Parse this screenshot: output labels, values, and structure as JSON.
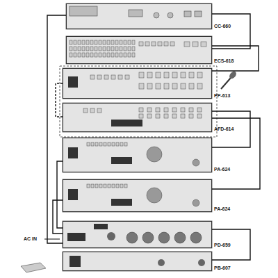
{
  "diagram": {
    "nodes": [
      {
        "text": [
          "CC-660"
        ]
      },
      {
        "text": [
          "ECS-618"
        ]
      },
      {
        "text": [
          "PP-613"
        ]
      },
      {
        "text": [
          "AFD-614"
        ]
      },
      {
        "text": [
          "PA-624"
        ]
      },
      {
        "text": [
          "PA-624"
        ]
      },
      {
        "text": [
          "PD-659"
        ]
      },
      {
        "text": [
          "PB-607"
        ]
      }
    ],
    "edges": [
      {
        "from": 0,
        "to": 1,
        "arrow": "none"
      },
      {
        "from": 1,
        "to": 2,
        "arrow": "none"
      },
      {
        "from": 2,
        "to": 3,
        "arrow": "none"
      },
      {
        "from": 3,
        "to": 4,
        "arrow": "none"
      },
      {
        "from": 3,
        "to": 5,
        "arrow": "none"
      },
      {
        "from": 4,
        "to": 6,
        "arrow": "none"
      },
      {
        "from": 5,
        "to": 6,
        "arrow": "none"
      },
      {
        "from": 6,
        "to": 7,
        "arrow": "none"
      },
      {
        "from": 0,
        "to": 6,
        "arrow": "none"
      }
    ],
    "labels": [
      "AC IN"
    ]
  }
}
